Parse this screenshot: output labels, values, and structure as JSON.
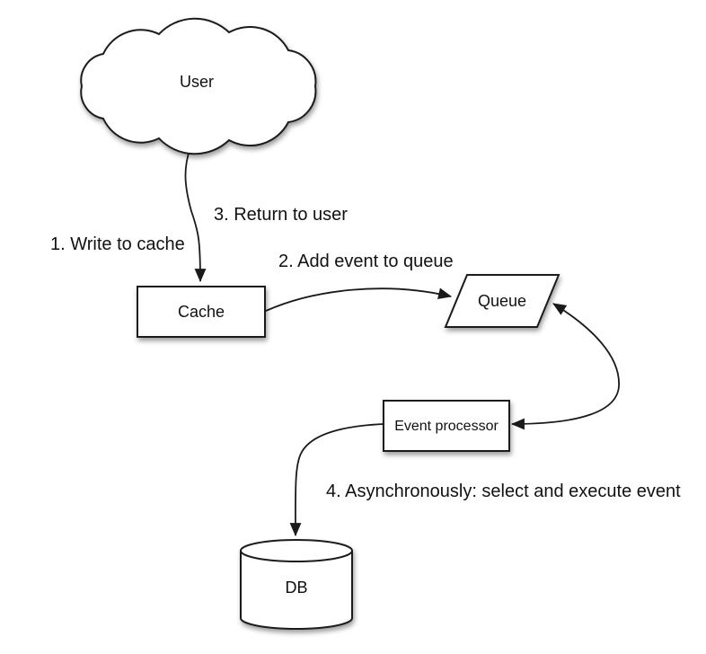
{
  "diagram": {
    "type": "flowchart",
    "colors": {
      "background": "#ffffff",
      "line": "#1a1a1a",
      "node_fill": "#ffffff",
      "text": "#111111"
    },
    "nodes": {
      "user": {
        "label": "User",
        "shape": "cloud"
      },
      "cache": {
        "label": "Cache",
        "shape": "rectangle"
      },
      "queue": {
        "label": "Queue",
        "shape": "parallelogram"
      },
      "event_processor": {
        "label": "Event processor",
        "shape": "rectangle"
      },
      "db": {
        "label": "DB",
        "shape": "cylinder"
      }
    },
    "labels": {
      "step1": "1. Write to cache",
      "step2": "2. Add event to queue",
      "step3": "3. Return to user",
      "step4": "4. Asynchronously: select and execute event"
    },
    "edges": [
      {
        "from": "user",
        "to": "cache",
        "arrow": "single",
        "annotations": [
          "step1",
          "step3"
        ]
      },
      {
        "from": "cache",
        "to": "queue",
        "arrow": "single",
        "annotations": [
          "step2"
        ]
      },
      {
        "from": "queue",
        "to": "event_processor",
        "arrow": "double",
        "annotations": []
      },
      {
        "from": "event_processor",
        "to": "db",
        "arrow": "single",
        "annotations": [
          "step4"
        ]
      }
    ]
  }
}
